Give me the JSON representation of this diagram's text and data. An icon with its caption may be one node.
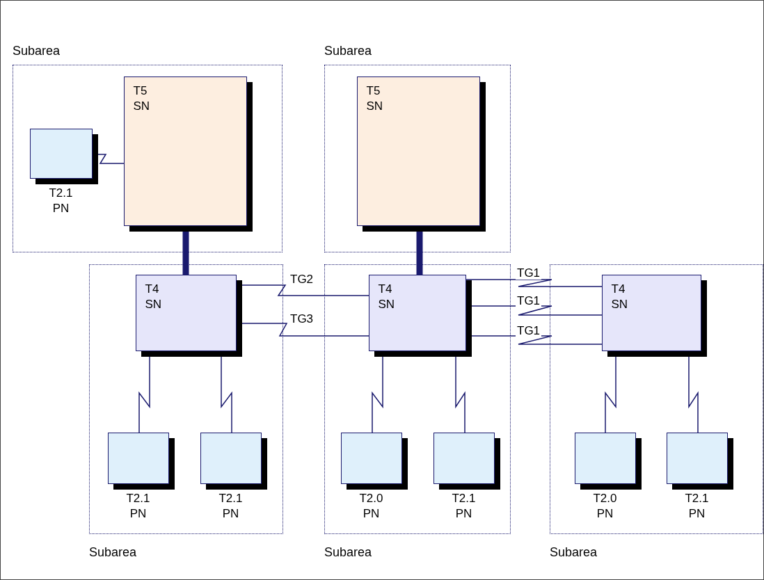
{
  "diagram": {
    "nodes": [
      {
        "text": [
          "Subarea"
        ]
      },
      {
        "text": [
          "T5 SN"
        ],
        "in": 0
      },
      {
        "text": [
          "T2.1 PN"
        ],
        "in": 0
      },
      {
        "text": [
          "Subarea"
        ]
      },
      {
        "text": [
          "T5 SN"
        ],
        "in": 3
      },
      {
        "text": [
          "Subarea"
        ]
      },
      {
        "text": [
          "T4 SN"
        ],
        "in": 5
      },
      {
        "text": [
          "T2.1 PN"
        ],
        "in": 5
      },
      {
        "text": [
          "T2.1 PN"
        ],
        "in": 5
      },
      {
        "text": [
          "Subarea"
        ]
      },
      {
        "text": [
          "T4 SN"
        ],
        "in": 9
      },
      {
        "text": [
          "T2.0 PN"
        ],
        "in": 9
      },
      {
        "text": [
          "T2.1 PN"
        ],
        "in": 9
      },
      {
        "text": [
          "Subarea"
        ]
      },
      {
        "text": [
          "T4 SN"
        ],
        "in": 13
      },
      {
        "text": [
          "T2.0 PN"
        ],
        "in": 13
      },
      {
        "text": [
          "T2.1 PN"
        ],
        "in": 13
      }
    ],
    "edges": [
      {
        "from": 2,
        "to": 1,
        "arrow": "none"
      },
      {
        "from": 1,
        "to": 6,
        "arrow": "none",
        "style": "thick"
      },
      {
        "from": 4,
        "to": 10,
        "arrow": "none",
        "style": "thick"
      },
      {
        "from": 6,
        "to": 10,
        "label": "TG2",
        "arrow": "none"
      },
      {
        "from": 6,
        "to": 10,
        "label": "TG3",
        "arrow": "none"
      },
      {
        "from": 10,
        "to": 14,
        "label": "TG1",
        "arrow": "none"
      },
      {
        "from": 10,
        "to": 14,
        "label": "TG1",
        "arrow": "none"
      },
      {
        "from": 10,
        "to": 14,
        "label": "TG1",
        "arrow": "none"
      },
      {
        "from": 6,
        "to": 7,
        "arrow": "none"
      },
      {
        "from": 6,
        "to": 8,
        "arrow": "none"
      },
      {
        "from": 10,
        "to": 11,
        "arrow": "none"
      },
      {
        "from": 10,
        "to": 12,
        "arrow": "none"
      },
      {
        "from": 14,
        "to": 15,
        "arrow": "none"
      },
      {
        "from": 14,
        "to": 16,
        "arrow": "none"
      }
    ]
  }
}
